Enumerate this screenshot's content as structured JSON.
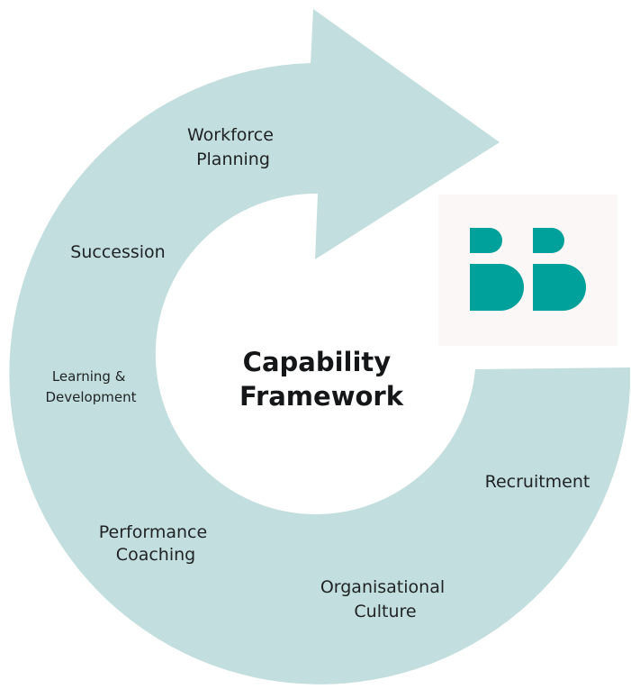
{
  "diagram": {
    "ring_color": "#c3dede",
    "center_title_line1": "Capability",
    "center_title_line2": "Framework",
    "stages": [
      {
        "id": "workforce-planning",
        "lines": [
          "Workforce",
          "Planning"
        ]
      },
      {
        "id": "succession",
        "lines": [
          "Succession"
        ]
      },
      {
        "id": "learning-development",
        "lines": [
          "Learning &",
          "Development"
        ]
      },
      {
        "id": "performance-coaching",
        "lines": [
          "Performance",
          "Coaching"
        ]
      },
      {
        "id": "organisational-culture",
        "lines": [
          "Organisational",
          "Culture"
        ]
      },
      {
        "id": "recruitment",
        "lines": [
          "Recruitment"
        ]
      }
    ]
  },
  "logo": {
    "background": "#faf7f6",
    "mark_color": "#00a19a",
    "icon_name": "bb-logo-icon"
  }
}
